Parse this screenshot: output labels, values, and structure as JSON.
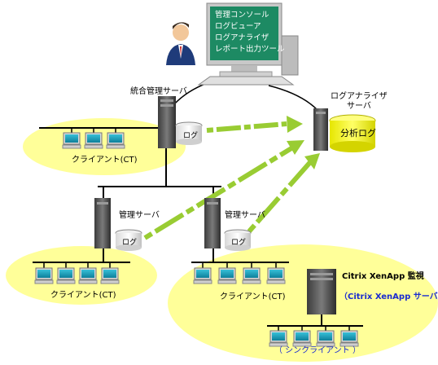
{
  "console_menu": [
    "管理コンソール",
    "ログビューア",
    "ログアナライザ",
    "レポート出力ツール"
  ],
  "servers": {
    "central": "統合管理サーバ",
    "analyzer_line1": "ログアナライザ",
    "analyzer_line2": "サーバ",
    "mgmt_left": "管理サーバ",
    "mgmt_right": "管理サーバ",
    "xenapp_line1": "Citrix XenApp 監視",
    "xenapp_line2": "（Citrix XenApp サーバ）"
  },
  "disks": {
    "log": "ログ",
    "analysis_log": "分析ログ"
  },
  "clients": {
    "top": "クライアント(CT)",
    "left": "クライアント(CT)",
    "right": "クライアント(CT)",
    "thin": "（ シンクライアント ）"
  },
  "colors": {
    "ellipse_fill": "#ffff99",
    "arrow": "#99cc33",
    "screen": "#1d8a63",
    "server": "#5a5a5a",
    "blue_text": "#1a2bd0"
  }
}
